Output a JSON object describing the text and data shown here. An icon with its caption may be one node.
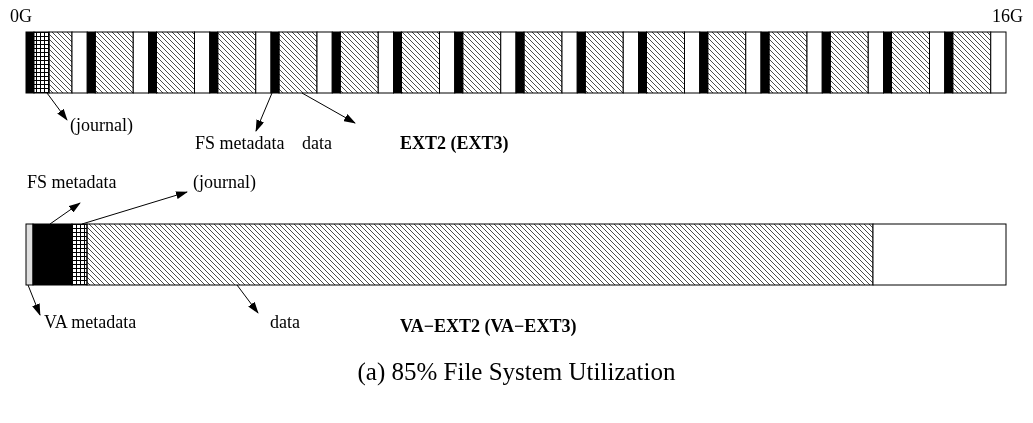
{
  "diagram": {
    "caption": "(a) 85% File System Utilization",
    "nodes": [
      {
        "text": [],
        "shape": "bar"
      },
      {
        "text": [],
        "shape": "bar"
      },
      {
        "text": [],
        "shape": "bar"
      },
      {
        "text": [
          "(journal)"
        ]
      },
      {
        "text": [
          "FS metadata"
        ]
      },
      {
        "text": [
          "data"
        ]
      },
      {
        "text": [],
        "shape": "bar"
      },
      {
        "text": [],
        "shape": "bar"
      },
      {
        "text": [],
        "shape": "bar"
      },
      {
        "text": [],
        "shape": "bar"
      },
      {
        "text": [
          "FS metadata"
        ]
      },
      {
        "text": [
          "(journal)"
        ]
      },
      {
        "text": [
          "VA metadata"
        ]
      },
      {
        "text": [
          "data"
        ]
      }
    ],
    "edges": [
      {
        "from": 0,
        "to": 3,
        "arrow": "to"
      },
      {
        "from": 1,
        "to": 4,
        "arrow": "to"
      },
      {
        "from": 2,
        "to": 5,
        "arrow": "to"
      },
      {
        "from": 7,
        "to": 10,
        "arrow": "to"
      },
      {
        "from": 8,
        "to": 11,
        "arrow": "to"
      },
      {
        "from": 6,
        "to": 12,
        "arrow": "to"
      },
      {
        "from": 9,
        "to": 13,
        "arrow": "to"
      }
    ],
    "labels": [
      "0G",
      "16G",
      "EXT2 (EXT3)",
      "VA−EXT2 (VA−EXT3)"
    ]
  }
}
